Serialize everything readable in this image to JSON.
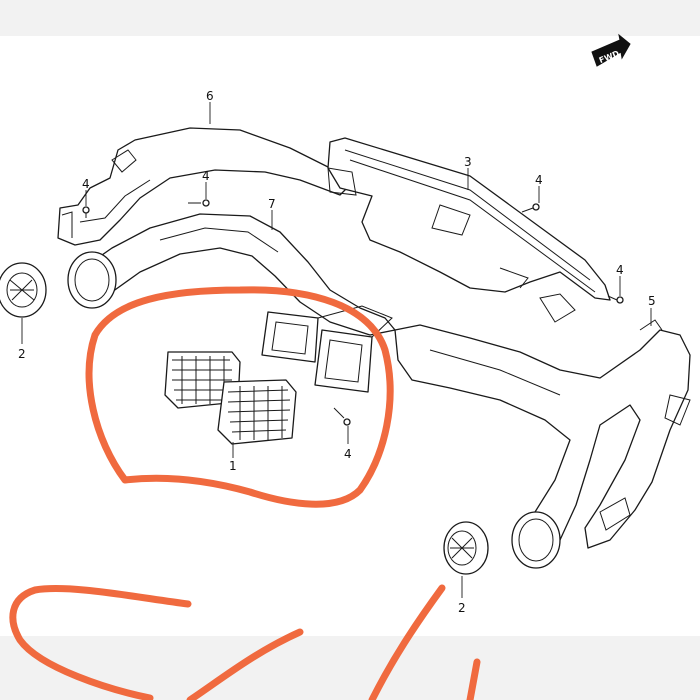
{
  "fwd_badge": "FWD",
  "callouts": {
    "c1": "1",
    "c2a": "2",
    "c2b": "2",
    "c3": "3",
    "c4a": "4",
    "c4b": "4",
    "c4c": "4",
    "c4d": "4",
    "c4e": "4",
    "c5": "5",
    "c6": "6",
    "c7": "7"
  },
  "colors": {
    "annotation": "#f06a3f",
    "line": "#1a1a1a",
    "background": "#ffffff",
    "frame": "#f2f2f2"
  }
}
